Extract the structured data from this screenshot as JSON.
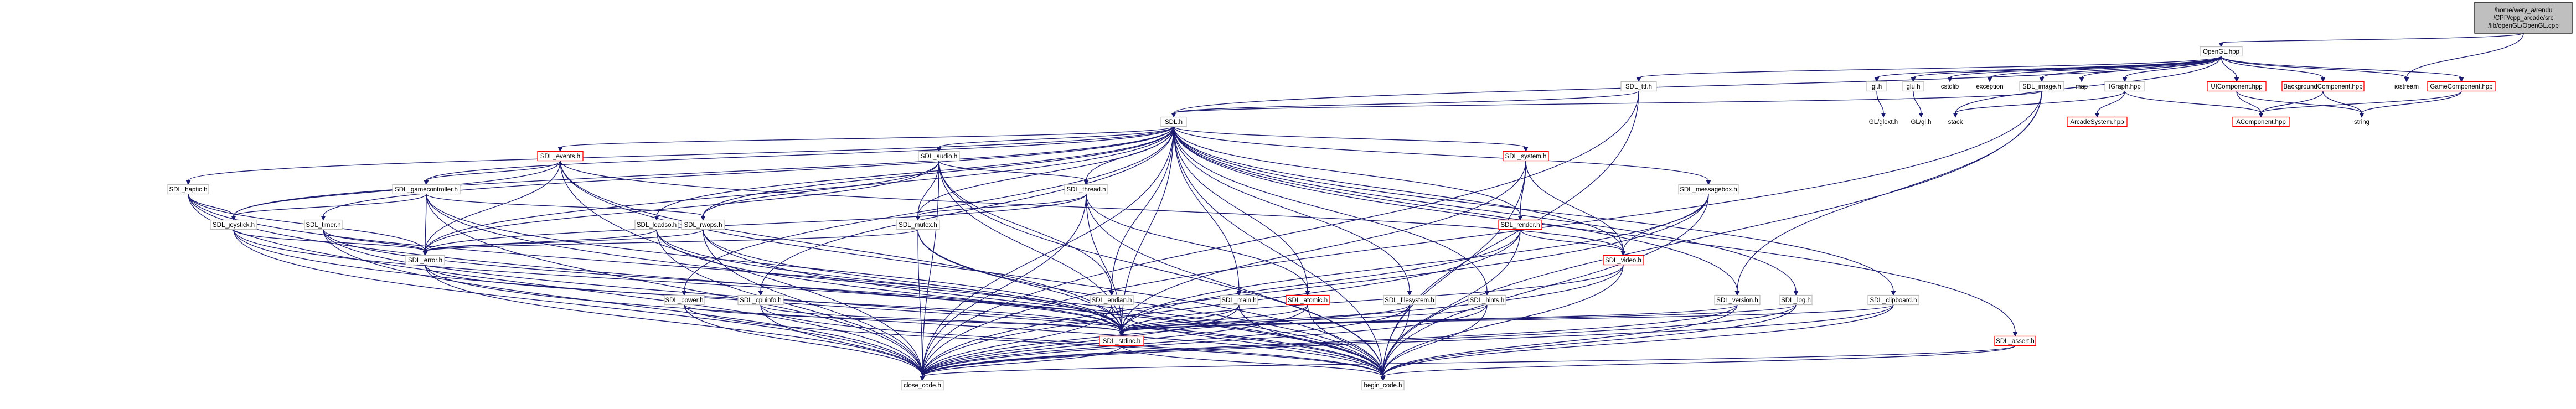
{
  "graph": {
    "edge_color": "#191970",
    "node_border_color": "#bfbfbf",
    "missing_node_border_color": "#ff0000",
    "root_fill_color": "#bfbfbf",
    "nodes": [
      {
        "id": "root",
        "name": "root-file-node",
        "label": [
          "/home/wery_a/rendu",
          "/CPP/cpp_arcade/src",
          "/lib/openGL/OpenGL.cpp"
        ],
        "style": "root"
      },
      {
        "id": "opengl_hpp",
        "name": "opengl-hpp-node",
        "label": [
          "OpenGL.hpp"
        ],
        "style": "normal"
      },
      {
        "id": "iostream",
        "name": "iostream-node",
        "label": [
          "iostream"
        ],
        "style": "plain"
      },
      {
        "id": "sdl_ttf",
        "name": "sdl-ttf-node",
        "label": [
          "SDL_ttf.h"
        ],
        "style": "normal"
      },
      {
        "id": "gl_h",
        "name": "gl-h-node",
        "label": [
          "gl.h"
        ],
        "style": "normal"
      },
      {
        "id": "glu_h",
        "name": "glu-h-node",
        "label": [
          "glu.h"
        ],
        "style": "normal"
      },
      {
        "id": "cstdlib",
        "name": "cstdlib-node",
        "label": [
          "cstdlib"
        ],
        "style": "plain"
      },
      {
        "id": "exception",
        "name": "exception-node",
        "label": [
          "exception"
        ],
        "style": "plain"
      },
      {
        "id": "sdl_image",
        "name": "sdl-image-node",
        "label": [
          "SDL_image.h"
        ],
        "style": "normal"
      },
      {
        "id": "map",
        "name": "map-node",
        "label": [
          "map"
        ],
        "style": "plain"
      },
      {
        "id": "igraph",
        "name": "igraph-hpp-node",
        "label": [
          "IGraph.hpp"
        ],
        "style": "normal"
      },
      {
        "id": "uicomp",
        "name": "uicomponent-hpp-node",
        "label": [
          "UIComponent.hpp"
        ],
        "style": "red"
      },
      {
        "id": "bgcomp",
        "name": "backgroundcomponent-hpp-node",
        "label": [
          "BackgroundComponent.hpp"
        ],
        "style": "red"
      },
      {
        "id": "gamecomp",
        "name": "gamecomponent-hpp-node",
        "label": [
          "GameComponent.hpp"
        ],
        "style": "red"
      },
      {
        "id": "sdl_h",
        "name": "sdl-h-node",
        "label": [
          "SDL.h"
        ],
        "style": "normal"
      },
      {
        "id": "glext",
        "name": "gl-glext-node",
        "label": [
          "GL/glext.h"
        ],
        "style": "plain"
      },
      {
        "id": "glgl",
        "name": "gl-gl-node",
        "label": [
          "GL/gl.h"
        ],
        "style": "plain"
      },
      {
        "id": "stack",
        "name": "stack-node",
        "label": [
          "stack"
        ],
        "style": "plain"
      },
      {
        "id": "arcadesystem",
        "name": "arcadesystem-hpp-node",
        "label": [
          "ArcadeSystem.hpp"
        ],
        "style": "red"
      },
      {
        "id": "acomp",
        "name": "acomponent-hpp-node",
        "label": [
          "AComponent.hpp"
        ],
        "style": "red"
      },
      {
        "id": "string",
        "name": "string-node",
        "label": [
          "string"
        ],
        "style": "plain"
      },
      {
        "id": "sdl_events",
        "name": "sdl-events-node",
        "label": [
          "SDL_events.h"
        ],
        "style": "red"
      },
      {
        "id": "sdl_audio",
        "name": "sdl-audio-node",
        "label": [
          "SDL_audio.h"
        ],
        "style": "normal"
      },
      {
        "id": "sdl_system",
        "name": "sdl-system-node",
        "label": [
          "SDL_system.h"
        ],
        "style": "red"
      },
      {
        "id": "sdl_haptic",
        "name": "sdl-haptic-node",
        "label": [
          "SDL_haptic.h"
        ],
        "style": "normal"
      },
      {
        "id": "sdl_gamecontroller",
        "name": "sdl-gamecontroller-node",
        "label": [
          "SDL_gamecontroller.h"
        ],
        "style": "normal"
      },
      {
        "id": "sdl_thread",
        "name": "sdl-thread-node",
        "label": [
          "SDL_thread.h"
        ],
        "style": "normal"
      },
      {
        "id": "sdl_messagebox",
        "name": "sdl-messagebox-node",
        "label": [
          "SDL_messagebox.h"
        ],
        "style": "normal"
      },
      {
        "id": "sdl_joystick",
        "name": "sdl-joystick-node",
        "label": [
          "SDL_joystick.h"
        ],
        "style": "normal"
      },
      {
        "id": "sdl_timer",
        "name": "sdl-timer-node",
        "label": [
          "SDL_timer.h"
        ],
        "style": "normal"
      },
      {
        "id": "sdl_loadso",
        "name": "sdl-loadso-node",
        "label": [
          "SDL_loadso.h"
        ],
        "style": "normal"
      },
      {
        "id": "sdl_rwops",
        "name": "sdl-rwops-node",
        "label": [
          "SDL_rwops.h"
        ],
        "style": "normal"
      },
      {
        "id": "sdl_mutex",
        "name": "sdl-mutex-node",
        "label": [
          "SDL_mutex.h"
        ],
        "style": "normal"
      },
      {
        "id": "sdl_render",
        "name": "sdl-render-node",
        "label": [
          "SDL_render.h"
        ],
        "style": "red"
      },
      {
        "id": "sdl_error",
        "name": "sdl-error-node",
        "label": [
          "SDL_error.h"
        ],
        "style": "normal"
      },
      {
        "id": "sdl_power",
        "name": "sdl-power-node",
        "label": [
          "SDL_power.h"
        ],
        "style": "normal"
      },
      {
        "id": "sdl_cpuinfo",
        "name": "sdl-cpuinfo-node",
        "label": [
          "SDL_cpuinfo.h"
        ],
        "style": "normal"
      },
      {
        "id": "sdl_endian",
        "name": "sdl-endian-node",
        "label": [
          "SDL_endian.h"
        ],
        "style": "normal"
      },
      {
        "id": "sdl_main",
        "name": "sdl-main-node",
        "label": [
          "SDL_main.h"
        ],
        "style": "normal"
      },
      {
        "id": "sdl_atomic",
        "name": "sdl-atomic-node",
        "label": [
          "SDL_atomic.h"
        ],
        "style": "red"
      },
      {
        "id": "sdl_filesystem",
        "name": "sdl-filesystem-node",
        "label": [
          "SDL_filesystem.h"
        ],
        "style": "normal"
      },
      {
        "id": "sdl_hints",
        "name": "sdl-hints-node",
        "label": [
          "SDL_hints.h"
        ],
        "style": "normal"
      },
      {
        "id": "sdl_video",
        "name": "sdl-video-node",
        "label": [
          "SDL_video.h"
        ],
        "style": "red"
      },
      {
        "id": "sdl_version",
        "name": "sdl-version-node",
        "label": [
          "SDL_version.h"
        ],
        "style": "normal"
      },
      {
        "id": "sdl_log",
        "name": "sdl-log-node",
        "label": [
          "SDL_log.h"
        ],
        "style": "normal"
      },
      {
        "id": "sdl_clipboard",
        "name": "sdl-clipboard-node",
        "label": [
          "SDL_clipboard.h"
        ],
        "style": "normal"
      },
      {
        "id": "sdl_stdinc",
        "name": "sdl-stdinc-node",
        "label": [
          "SDL_stdinc.h"
        ],
        "style": "red"
      },
      {
        "id": "sdl_assert",
        "name": "sdl-assert-node",
        "label": [
          "SDL_assert.h"
        ],
        "style": "red"
      },
      {
        "id": "close_code",
        "name": "close-code-node",
        "label": [
          "close_code.h"
        ],
        "style": "normal"
      },
      {
        "id": "begin_code",
        "name": "begin-code-node",
        "label": [
          "begin_code.h"
        ],
        "style": "normal"
      }
    ],
    "edges": [
      [
        "root",
        "opengl_hpp"
      ],
      [
        "root",
        "iostream"
      ],
      [
        "opengl_hpp",
        "sdl_h"
      ],
      [
        "opengl_hpp",
        "sdl_ttf"
      ],
      [
        "opengl_hpp",
        "gl_h"
      ],
      [
        "opengl_hpp",
        "glu_h"
      ],
      [
        "opengl_hpp",
        "cstdlib"
      ],
      [
        "opengl_hpp",
        "exception"
      ],
      [
        "opengl_hpp",
        "sdl_image"
      ],
      [
        "opengl_hpp",
        "map"
      ],
      [
        "opengl_hpp",
        "stack"
      ],
      [
        "opengl_hpp",
        "igraph"
      ],
      [
        "opengl_hpp",
        "iostream"
      ],
      [
        "opengl_hpp",
        "uicomp"
      ],
      [
        "opengl_hpp",
        "bgcomp"
      ],
      [
        "opengl_hpp",
        "gamecomp"
      ],
      [
        "sdl_ttf",
        "sdl_h"
      ],
      [
        "sdl_ttf",
        "begin_code"
      ],
      [
        "sdl_ttf",
        "close_code"
      ],
      [
        "gl_h",
        "glext"
      ],
      [
        "glu_h",
        "glgl"
      ],
      [
        "sdl_image",
        "sdl_h"
      ],
      [
        "sdl_image",
        "sdl_version"
      ],
      [
        "sdl_image",
        "begin_code"
      ],
      [
        "sdl_image",
        "close_code"
      ],
      [
        "igraph",
        "arcadesystem"
      ],
      [
        "igraph",
        "acomp"
      ],
      [
        "igraph",
        "stack"
      ],
      [
        "uicomp",
        "acomp"
      ],
      [
        "uicomp",
        "string"
      ],
      [
        "bgcomp",
        "acomp"
      ],
      [
        "bgcomp",
        "string"
      ],
      [
        "gamecomp",
        "acomp"
      ],
      [
        "gamecomp",
        "string"
      ],
      [
        "sdl_h",
        "sdl_events"
      ],
      [
        "sdl_h",
        "sdl_audio"
      ],
      [
        "sdl_h",
        "sdl_system"
      ],
      [
        "sdl_h",
        "sdl_haptic"
      ],
      [
        "sdl_h",
        "sdl_gamecontroller"
      ],
      [
        "sdl_h",
        "sdl_thread"
      ],
      [
        "sdl_h",
        "sdl_messagebox"
      ],
      [
        "sdl_h",
        "sdl_joystick"
      ],
      [
        "sdl_h",
        "sdl_timer"
      ],
      [
        "sdl_h",
        "sdl_loadso"
      ],
      [
        "sdl_h",
        "sdl_rwops"
      ],
      [
        "sdl_h",
        "sdl_mutex"
      ],
      [
        "sdl_h",
        "sdl_render"
      ],
      [
        "sdl_h",
        "sdl_error"
      ],
      [
        "sdl_h",
        "sdl_power"
      ],
      [
        "sdl_h",
        "sdl_cpuinfo"
      ],
      [
        "sdl_h",
        "sdl_endian"
      ],
      [
        "sdl_h",
        "sdl_main"
      ],
      [
        "sdl_h",
        "sdl_atomic"
      ],
      [
        "sdl_h",
        "sdl_filesystem"
      ],
      [
        "sdl_h",
        "sdl_hints"
      ],
      [
        "sdl_h",
        "sdl_video"
      ],
      [
        "sdl_h",
        "sdl_version"
      ],
      [
        "sdl_h",
        "sdl_log"
      ],
      [
        "sdl_h",
        "sdl_clipboard"
      ],
      [
        "sdl_h",
        "sdl_stdinc"
      ],
      [
        "sdl_h",
        "sdl_assert"
      ],
      [
        "sdl_h",
        "begin_code"
      ],
      [
        "sdl_h",
        "close_code"
      ],
      [
        "sdl_events",
        "sdl_gamecontroller"
      ],
      [
        "sdl_events",
        "sdl_joystick"
      ],
      [
        "sdl_events",
        "sdl_video"
      ],
      [
        "sdl_events",
        "sdl_error"
      ],
      [
        "sdl_events",
        "sdl_stdinc"
      ],
      [
        "sdl_events",
        "begin_code"
      ],
      [
        "sdl_events",
        "close_code"
      ],
      [
        "sdl_audio",
        "sdl_thread"
      ],
      [
        "sdl_audio",
        "sdl_rwops"
      ],
      [
        "sdl_audio",
        "sdl_mutex"
      ],
      [
        "sdl_audio",
        "sdl_endian"
      ],
      [
        "sdl_audio",
        "sdl_error"
      ],
      [
        "sdl_audio",
        "sdl_stdinc"
      ],
      [
        "sdl_audio",
        "begin_code"
      ],
      [
        "sdl_audio",
        "close_code"
      ],
      [
        "sdl_system",
        "sdl_render"
      ],
      [
        "sdl_system",
        "sdl_video"
      ],
      [
        "sdl_system",
        "sdl_stdinc"
      ],
      [
        "sdl_system",
        "begin_code"
      ],
      [
        "sdl_haptic",
        "sdl_joystick"
      ],
      [
        "sdl_haptic",
        "sdl_error"
      ],
      [
        "sdl_haptic",
        "sdl_stdinc"
      ],
      [
        "sdl_haptic",
        "begin_code"
      ],
      [
        "sdl_haptic",
        "close_code"
      ],
      [
        "sdl_gamecontroller",
        "sdl_joystick"
      ],
      [
        "sdl_gamecontroller",
        "sdl_rwops"
      ],
      [
        "sdl_gamecontroller",
        "sdl_error"
      ],
      [
        "sdl_gamecontroller",
        "sdl_stdinc"
      ],
      [
        "sdl_gamecontroller",
        "begin_code"
      ],
      [
        "sdl_gamecontroller",
        "close_code"
      ],
      [
        "sdl_thread",
        "sdl_mutex"
      ],
      [
        "sdl_thread",
        "sdl_atomic"
      ],
      [
        "sdl_thread",
        "sdl_error"
      ],
      [
        "sdl_thread",
        "sdl_stdinc"
      ],
      [
        "sdl_thread",
        "begin_code"
      ],
      [
        "sdl_thread",
        "close_code"
      ],
      [
        "sdl_messagebox",
        "sdl_video"
      ],
      [
        "sdl_messagebox",
        "sdl_stdinc"
      ],
      [
        "sdl_messagebox",
        "begin_code"
      ],
      [
        "sdl_messagebox",
        "close_code"
      ],
      [
        "sdl_joystick",
        "sdl_error"
      ],
      [
        "sdl_joystick",
        "sdl_stdinc"
      ],
      [
        "sdl_joystick",
        "begin_code"
      ],
      [
        "sdl_joystick",
        "close_code"
      ],
      [
        "sdl_timer",
        "sdl_error"
      ],
      [
        "sdl_timer",
        "sdl_stdinc"
      ],
      [
        "sdl_timer",
        "begin_code"
      ],
      [
        "sdl_timer",
        "close_code"
      ],
      [
        "sdl_loadso",
        "sdl_error"
      ],
      [
        "sdl_loadso",
        "sdl_stdinc"
      ],
      [
        "sdl_loadso",
        "begin_code"
      ],
      [
        "sdl_loadso",
        "close_code"
      ],
      [
        "sdl_rwops",
        "sdl_error"
      ],
      [
        "sdl_rwops",
        "sdl_stdinc"
      ],
      [
        "sdl_rwops",
        "begin_code"
      ],
      [
        "sdl_rwops",
        "close_code"
      ],
      [
        "sdl_mutex",
        "sdl_error"
      ],
      [
        "sdl_mutex",
        "sdl_stdinc"
      ],
      [
        "sdl_mutex",
        "begin_code"
      ],
      [
        "sdl_mutex",
        "close_code"
      ],
      [
        "sdl_render",
        "sdl_video"
      ],
      [
        "sdl_render",
        "sdl_stdinc"
      ],
      [
        "sdl_render",
        "begin_code"
      ],
      [
        "sdl_render",
        "close_code"
      ],
      [
        "sdl_error",
        "sdl_stdinc"
      ],
      [
        "sdl_error",
        "begin_code"
      ],
      [
        "sdl_error",
        "close_code"
      ],
      [
        "sdl_power",
        "sdl_stdinc"
      ],
      [
        "sdl_power",
        "begin_code"
      ],
      [
        "sdl_power",
        "close_code"
      ],
      [
        "sdl_cpuinfo",
        "sdl_stdinc"
      ],
      [
        "sdl_cpuinfo",
        "begin_code"
      ],
      [
        "sdl_cpuinfo",
        "close_code"
      ],
      [
        "sdl_endian",
        "sdl_stdinc"
      ],
      [
        "sdl_endian",
        "begin_code"
      ],
      [
        "sdl_endian",
        "close_code"
      ],
      [
        "sdl_main",
        "sdl_stdinc"
      ],
      [
        "sdl_main",
        "begin_code"
      ],
      [
        "sdl_main",
        "close_code"
      ],
      [
        "sdl_atomic",
        "sdl_stdinc"
      ],
      [
        "sdl_atomic",
        "begin_code"
      ],
      [
        "sdl_atomic",
        "close_code"
      ],
      [
        "sdl_filesystem",
        "sdl_stdinc"
      ],
      [
        "sdl_filesystem",
        "begin_code"
      ],
      [
        "sdl_filesystem",
        "close_code"
      ],
      [
        "sdl_hints",
        "sdl_stdinc"
      ],
      [
        "sdl_hints",
        "begin_code"
      ],
      [
        "sdl_hints",
        "close_code"
      ],
      [
        "sdl_video",
        "sdl_stdinc"
      ],
      [
        "sdl_video",
        "begin_code"
      ],
      [
        "sdl_video",
        "close_code"
      ],
      [
        "sdl_version",
        "sdl_stdinc"
      ],
      [
        "sdl_version",
        "begin_code"
      ],
      [
        "sdl_version",
        "close_code"
      ],
      [
        "sdl_log",
        "sdl_stdinc"
      ],
      [
        "sdl_log",
        "begin_code"
      ],
      [
        "sdl_log",
        "close_code"
      ],
      [
        "sdl_clipboard",
        "sdl_stdinc"
      ],
      [
        "sdl_clipboard",
        "begin_code"
      ],
      [
        "sdl_clipboard",
        "close_code"
      ],
      [
        "sdl_stdinc",
        "begin_code"
      ],
      [
        "sdl_stdinc",
        "close_code"
      ],
      [
        "sdl_assert",
        "begin_code"
      ],
      [
        "sdl_assert",
        "close_code"
      ]
    ]
  }
}
